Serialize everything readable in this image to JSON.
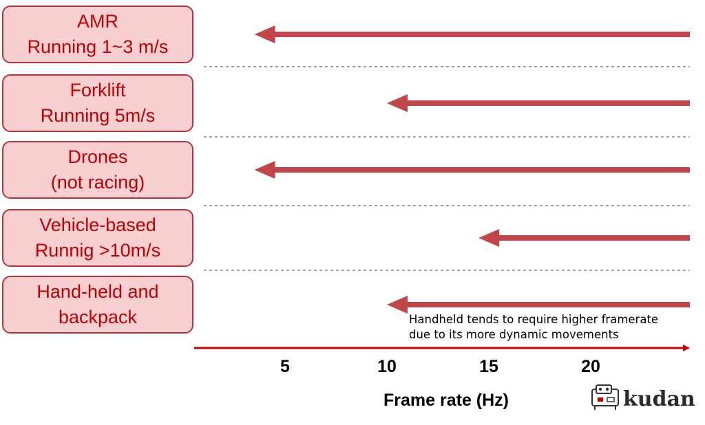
{
  "chart_data": {
    "type": "bar",
    "orientation": "horizontal",
    "title": "",
    "xlabel": "Frame rate (Hz)",
    "ylabel": "",
    "x_ticks": [
      5,
      10,
      15,
      20
    ],
    "categories": [
      [
        "AMR",
        "Running 1~3 m/s"
      ],
      [
        "Forklift",
        "Running 5m/s"
      ],
      [
        "Drones",
        "(not racing)"
      ],
      [
        "Vehicle-based",
        "Runnig >10m/s"
      ],
      [
        "Hand-held and",
        "backpack"
      ]
    ],
    "values": [
      3.5,
      10,
      3.5,
      14.5,
      10
    ],
    "annotation": [
      "Handheld tends to require higher framerate",
      "due to its more dynamic movements"
    ],
    "grid": false,
    "legend": "none"
  },
  "logo": {
    "text": "kudan"
  },
  "colors": {
    "arrow": "#c0464a",
    "axis": "#cc0000",
    "label_text": "#c00000",
    "label_fill": "#f8d0d2",
    "label_border": "#b8323a",
    "divider": "#666666"
  }
}
